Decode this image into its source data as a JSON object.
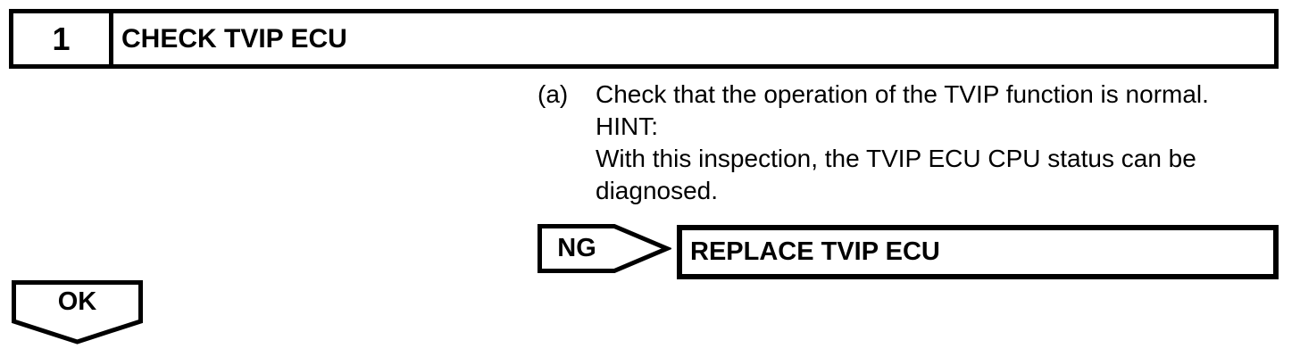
{
  "page": {
    "background_color": "#ffffff",
    "ink_color": "#000000"
  },
  "step_header": {
    "number": "1",
    "title": "CHECK TVIP ECU"
  },
  "instruction": {
    "label": "(a)",
    "lines": [
      "Check that the operation of the TVIP function is normal.",
      "HINT:",
      "With this inspection, the TVIP ECU CPU status can be",
      "diagnosed."
    ]
  },
  "ng_branch": {
    "connector_label": "NG",
    "action": "REPLACE TVIP ECU"
  },
  "ok_branch": {
    "connector_label": "OK"
  }
}
